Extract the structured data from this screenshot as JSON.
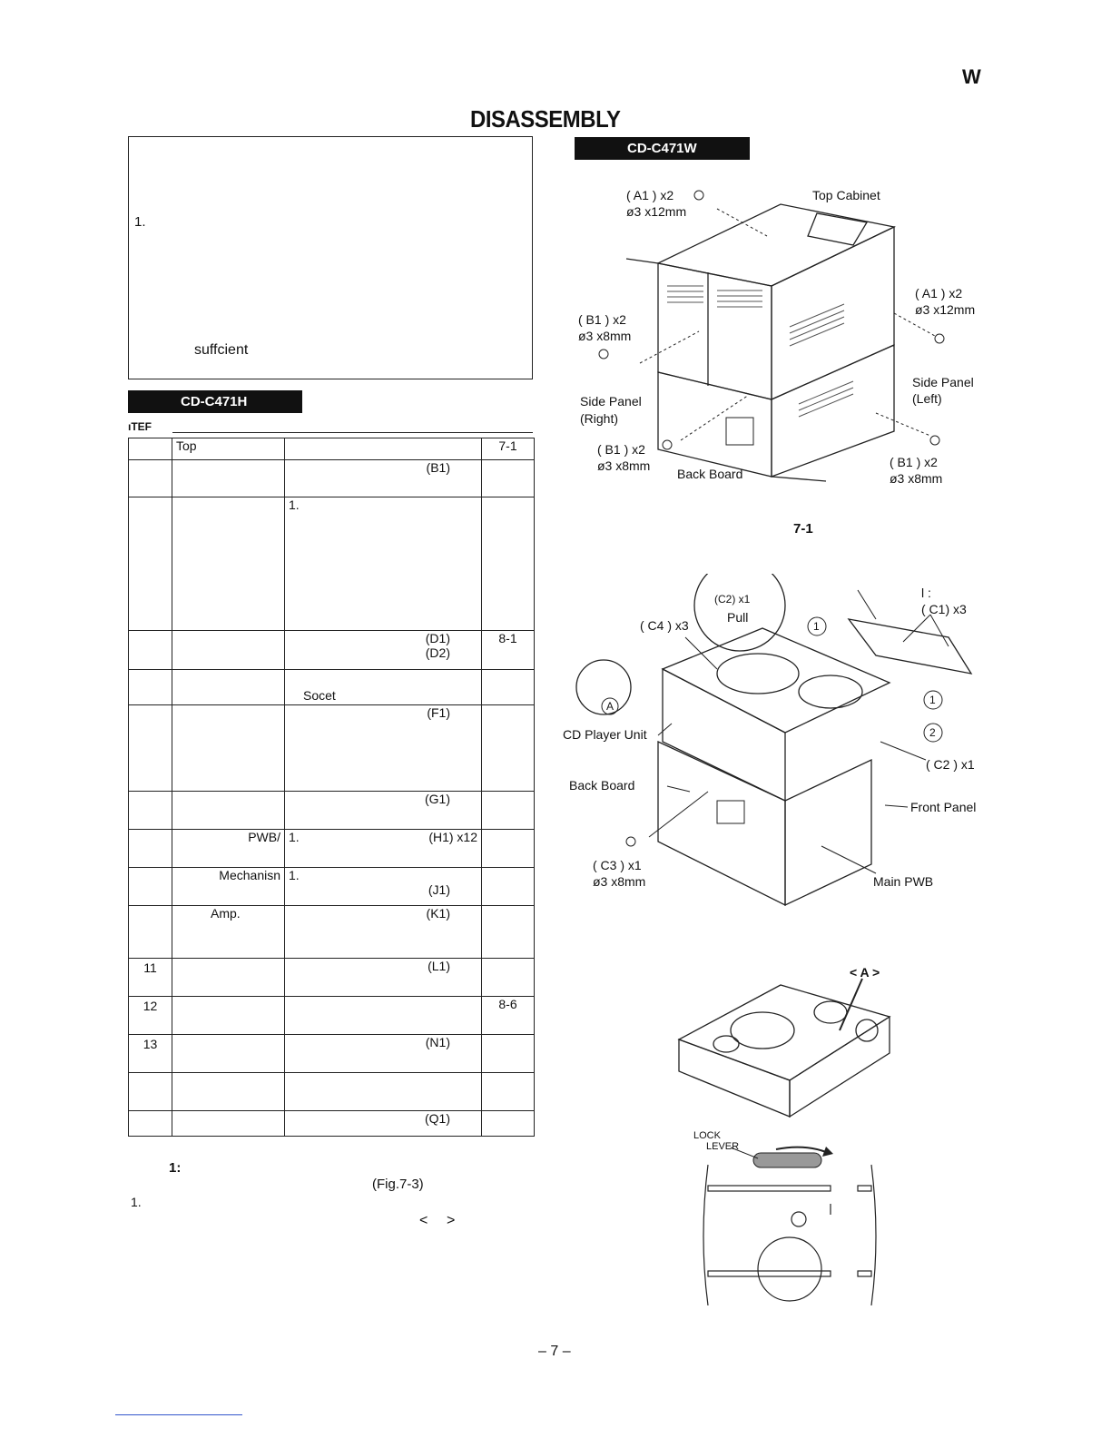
{
  "header": {
    "corner_letter": "W",
    "title": "DISASSEMBLY"
  },
  "note_box": {
    "item_number": "1.",
    "text": "suffcient"
  },
  "left_panel": {
    "model": "CD-C471H",
    "step_header": "ıTEF",
    "rows": [
      {
        "step": "",
        "part": "Top",
        "procedure": "",
        "figure": "7-1"
      },
      {
        "step": "",
        "part": "",
        "procedure": "(B1)",
        "figure": ""
      },
      {
        "step": "",
        "part": "",
        "procedure": "1.",
        "figure": ""
      },
      {
        "step": "",
        "part": "",
        "procedure": "(D1)",
        "procedure2": "(D2)",
        "figure": "8-1"
      },
      {
        "step": "",
        "part": "",
        "procedure": "Socet",
        "figure": ""
      },
      {
        "step": "",
        "part": "",
        "procedure": "(F1)",
        "figure": ""
      },
      {
        "step": "",
        "part": "",
        "procedure": "(G1)",
        "figure": ""
      },
      {
        "step": "",
        "part": "PWB/",
        "procedure": "1.",
        "procedure_r": "(H1) x12",
        "figure": ""
      },
      {
        "step": "",
        "part": "Mechanisn",
        "procedure": "1.",
        "procedure_r": "(J1)",
        "figure": ""
      },
      {
        "step": "",
        "part": "Amp.",
        "procedure": "(K1)",
        "figure": ""
      },
      {
        "step": "11",
        "part": "",
        "procedure": "(L1)",
        "figure": ""
      },
      {
        "step": "12",
        "part": "",
        "procedure": "",
        "figure": "8-6"
      },
      {
        "step": "13",
        "part": "",
        "procedure": "(N1)",
        "figure": ""
      },
      {
        "step": "",
        "part": "",
        "procedure": "",
        "figure": ""
      },
      {
        "step": "",
        "part": "",
        "procedure": "(Q1)",
        "figure": ""
      }
    ],
    "below": {
      "label": "1:",
      "fig_ref": "(Fig.7-3)",
      "item": "1.",
      "lt": "<",
      "gt": ">"
    }
  },
  "right_panel": {
    "model": "CD-C471W",
    "fig1": {
      "caption": "7-1",
      "labels": {
        "a1_top": "( A1 ) x2",
        "a1_top_size": "ø3 x12mm",
        "top_cabinet": "Top Cabinet",
        "a1_right": "( A1 ) x2",
        "a1_right_size": "ø3 x12mm",
        "b1_left": "( B1 ) x2",
        "b1_left_size": "ø3 x8mm",
        "side_panel_right_1": "Side Panel",
        "side_panel_right_2": "(Right)",
        "side_panel_left_1": "Side Panel",
        "side_panel_left_2": "(Left)",
        "b1_bottom": "( B1 ) x2",
        "b1_bottom_size": "ø3 x8mm",
        "back_board": "Back Board",
        "b1_right": "( B1 ) x2",
        "b1_right_size": "ø3 x8mm"
      }
    },
    "fig2": {
      "labels": {
        "c2_inset": "(C2) x1",
        "pull": "Pull",
        "c4": "( C4 ) x3",
        "c1": "( C1) x3",
        "colon": "l :",
        "a_circle": "A",
        "one": "1",
        "two": "2",
        "cd_player": "CD Player Unit",
        "c2": "( C2 ) x1",
        "back_board": "Back Board",
        "front_panel": "Front Panel",
        "c3": "( C3 ) x1",
        "c3_size": "ø3 x8mm",
        "main_pwb": "Main PWB"
      }
    },
    "fig3": {
      "label_a": "< A >"
    },
    "fig4": {
      "lock": "LOCK",
      "lever": "LEVER"
    }
  },
  "footer": {
    "page": "– 7 –"
  }
}
